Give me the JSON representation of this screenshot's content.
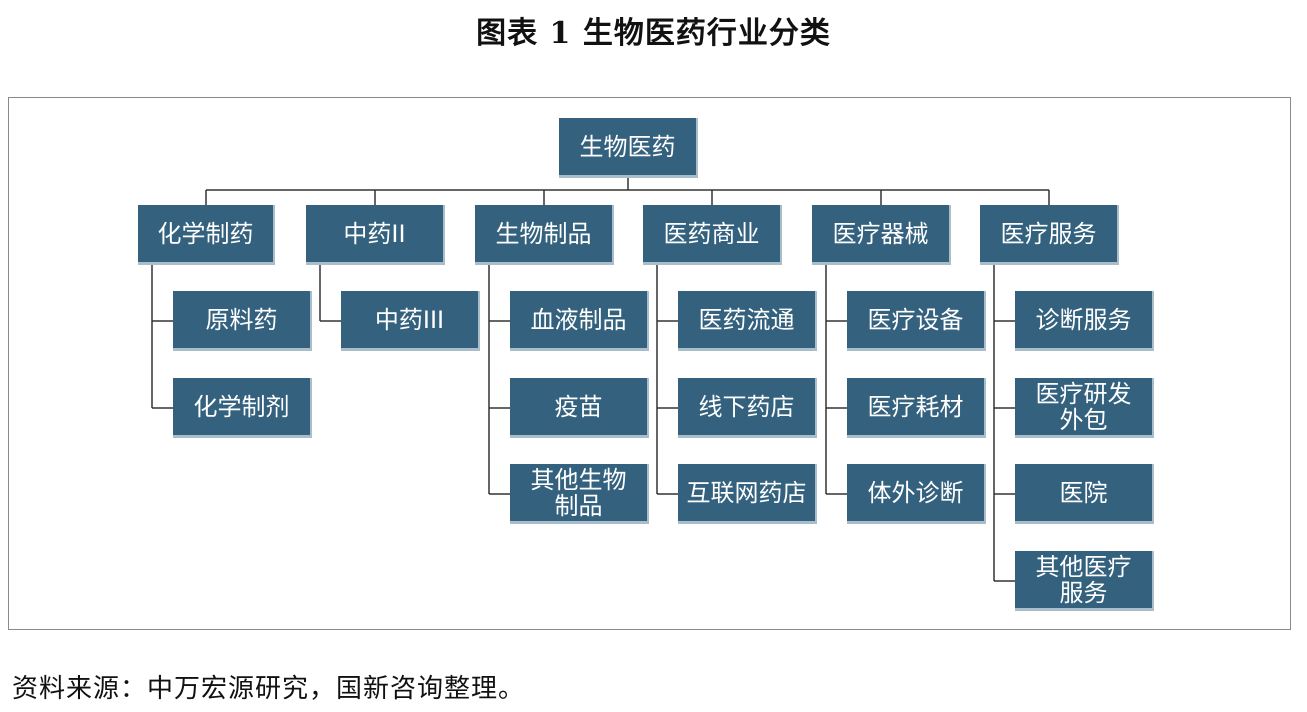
{
  "title": "图表 1  生物医药行业分类",
  "root": "生物医药",
  "categories": [
    {
      "label": "化学制药",
      "children": [
        "原料药",
        "化学制剂"
      ]
    },
    {
      "label": "中药II",
      "children": [
        "中药III"
      ]
    },
    {
      "label": "生物制品",
      "children": [
        "血液制品",
        "疫苗",
        "其他生物\n制品"
      ]
    },
    {
      "label": "医药商业",
      "children": [
        "医药流通",
        "线下药店",
        "互联网药店"
      ]
    },
    {
      "label": "医疗器械",
      "children": [
        "医疗设备",
        "医疗耗材",
        "体外诊断"
      ]
    },
    {
      "label": "医疗服务",
      "children": [
        "诊断服务",
        "医疗研发\n外包",
        "医院",
        "其他医疗\n服务"
      ]
    }
  ],
  "source": "资料来源：中万宏源研究，国新咨询整理。",
  "colors": {
    "box_fill": "#33617e",
    "box_text": "#ffffff",
    "connector": "#333333"
  }
}
